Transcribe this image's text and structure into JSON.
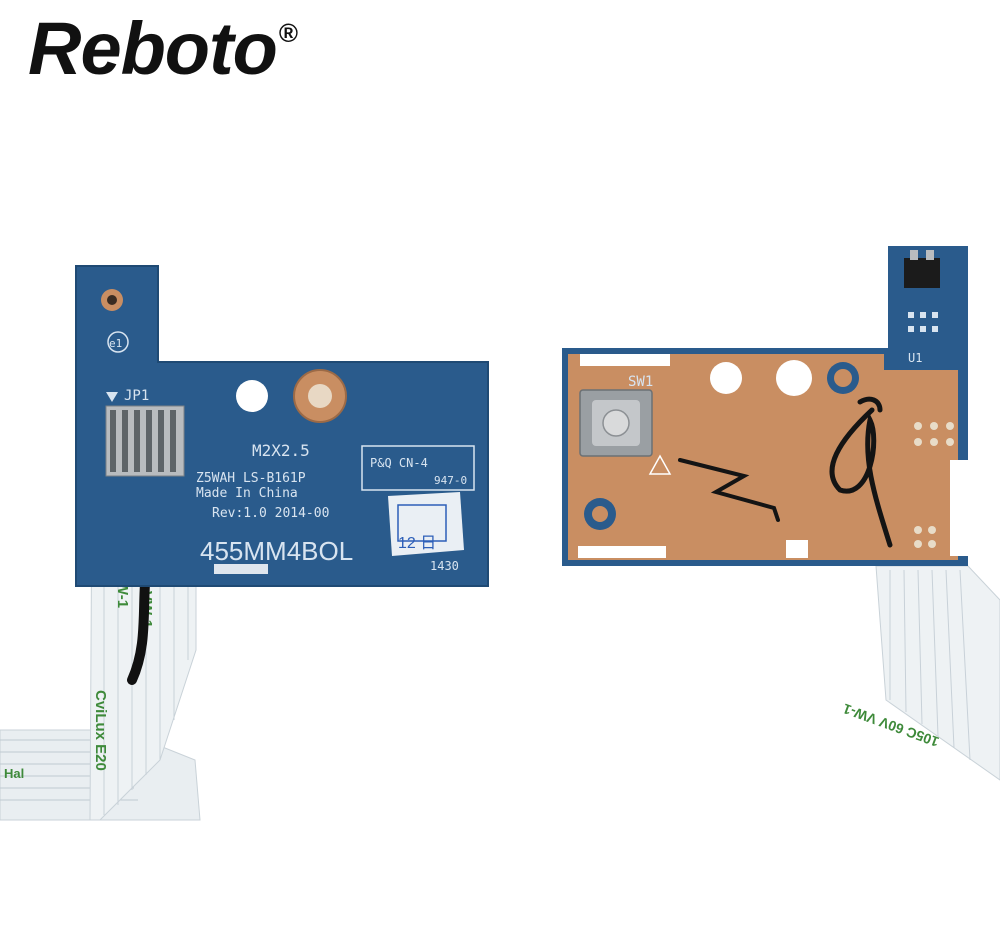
{
  "brand": {
    "name": "Reboto",
    "mark": "®"
  },
  "left_board": {
    "connector_label": "JP1",
    "marking_e1": "e1",
    "screw_label": "M2X2.5",
    "model_line": "Z5WAH LS-B161P",
    "origin_line": "Made In China",
    "revision_line": "Rev:1.0  2014-00",
    "part_number": "455MM4BOL",
    "cert_label": "P&Q CN-4",
    "cert_code": "947-0",
    "bottom_code": "1430",
    "sticker_text": "12 日"
  },
  "right_board": {
    "switch_label": "SW1",
    "chip_label": "U1"
  },
  "cable_text": {
    "line_a": "CviLux E20",
    "line_b": "105C 60V VW-1",
    "line_c": "Hal"
  },
  "colors": {
    "pcb_blue": "#2a5b8c",
    "copper": "#c98e62",
    "cable_white": "#eef2f4",
    "cable_print": "#3e8a3a"
  }
}
